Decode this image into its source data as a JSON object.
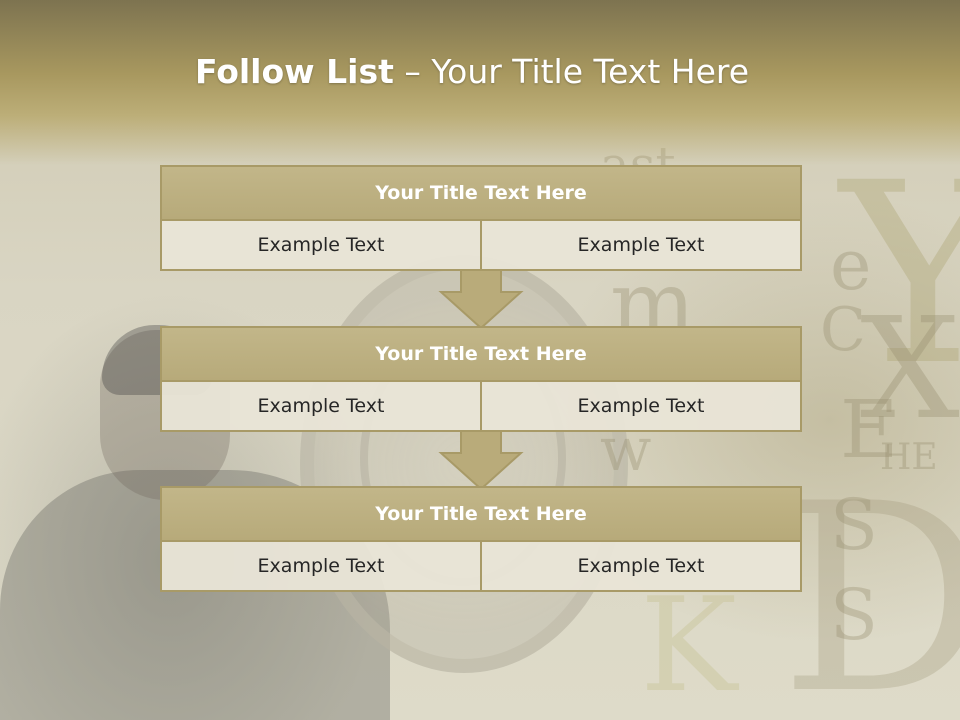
{
  "title": {
    "bold": "Follow List",
    "rest": " – Your Title Text Here"
  },
  "blocks": [
    {
      "title": "Your Title Text Here",
      "left": "Example Text",
      "right": "Example Text"
    },
    {
      "title": "Your Title Text Here",
      "left": "Example Text",
      "right": "Example Text"
    },
    {
      "title": "Your Title Text Here",
      "left": "Example Text",
      "right": "Example Text"
    }
  ],
  "colors": {
    "accent": "#b7aa7a",
    "border": "#a89a67",
    "cell_bg": "#e9e5d7",
    "header_band": "#9c8f5c"
  }
}
